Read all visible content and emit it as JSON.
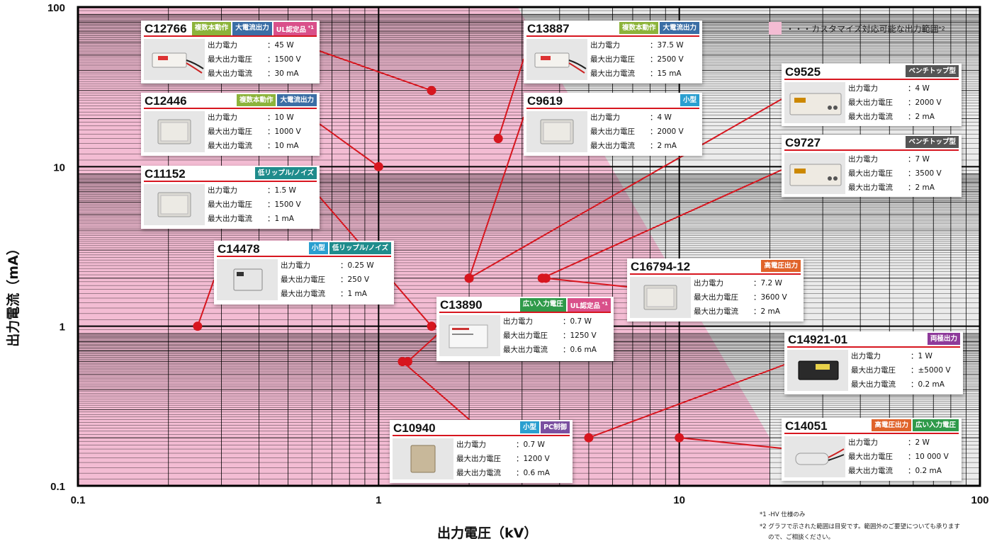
{
  "chart_data": {
    "type": "scatter",
    "xscale": "log",
    "yscale": "log",
    "xlim": [
      0.1,
      100
    ],
    "ylim": [
      0.1,
      100
    ],
    "xlabel": "出力電圧（kV）",
    "ylabel": "出力電流（mA）",
    "xticks": [
      "0.1",
      "1",
      "10",
      "100"
    ],
    "yticks": [
      "0.1",
      "1",
      "10",
      "100"
    ],
    "grid": true,
    "custom_region_color": "#f3bcd3",
    "custom_region_boundary": [
      [
        0.1,
        100
      ],
      [
        2.9,
        100
      ],
      [
        20,
        0.2
      ],
      [
        20,
        0.1
      ],
      [
        0.1,
        0.1
      ]
    ],
    "points": [
      {
        "model": "C12766",
        "x": 1.5,
        "y": 30
      },
      {
        "model": "C12446",
        "x": 1.0,
        "y": 10
      },
      {
        "model": "C11152",
        "x": 1.5,
        "y": 1
      },
      {
        "model": "C14478",
        "x": 0.25,
        "y": 1
      },
      {
        "model": "C13887",
        "x": 2.5,
        "y": 15
      },
      {
        "model": "C9619",
        "x": 2.0,
        "y": 2
      },
      {
        "model": "C9525",
        "x": 2.0,
        "y": 2
      },
      {
        "model": "C9727",
        "x": 3.5,
        "y": 2
      },
      {
        "model": "C16794-12",
        "x": 3.6,
        "y": 2
      },
      {
        "model": "C13890",
        "x": 1.25,
        "y": 0.6
      },
      {
        "model": "C10940",
        "x": 1.2,
        "y": 0.6
      },
      {
        "model": "C14921-01",
        "x": 5.0,
        "y": 0.2
      },
      {
        "model": "C14051",
        "x": 10.0,
        "y": 0.2
      }
    ]
  },
  "legend": {
    "text": "・・・カスタマイズ対応可能な出力範囲",
    "mark": "*2"
  },
  "spec_labels": {
    "power": "出力電力",
    "voltage": "最大出力電圧",
    "current": "最大出力電流"
  },
  "cards": [
    {
      "model": "C12766",
      "badges": [
        {
          "text": "複数本動作",
          "color": "#8cb33a"
        },
        {
          "text": "大電流出力",
          "color": "#3b6ea5"
        },
        {
          "text": "UL認定品",
          "sup": "*1",
          "color": "#d9508a"
        }
      ],
      "specs": [
        "：45 W",
        "：1500 V",
        "：30 mA"
      ],
      "photo": "potted module with cables"
    },
    {
      "model": "C12446",
      "badges": [
        {
          "text": "複数本動作",
          "color": "#8cb33a"
        },
        {
          "text": "大電流出力",
          "color": "#3b6ea5"
        }
      ],
      "specs": [
        "：10 W",
        "：1000 V",
        "：10 mA"
      ],
      "photo": "metal case module"
    },
    {
      "model": "C11152",
      "badges": [
        {
          "text": "低リップル/ノイズ",
          "color": "#1f8c8c"
        }
      ],
      "specs": [
        "：1.5 W",
        "：1500 V",
        "：1 mA"
      ],
      "photo": "metal case module"
    },
    {
      "model": "C14478",
      "badges": [
        {
          "text": "小型",
          "color": "#2a9fd0"
        },
        {
          "text": "低リップル/ノイズ",
          "color": "#1f8c8c"
        }
      ],
      "specs": [
        "：0.25 W",
        "：250 V",
        "：1 mA"
      ],
      "photo": "small module"
    },
    {
      "model": "C13887",
      "badges": [
        {
          "text": "複数本動作",
          "color": "#8cb33a"
        },
        {
          "text": "大電流出力",
          "color": "#3b6ea5"
        }
      ],
      "specs": [
        "：37.5 W",
        "：2500 V",
        "：15 mA"
      ],
      "photo": "potted module with cables"
    },
    {
      "model": "C9619",
      "badges": [
        {
          "text": "小型",
          "color": "#2a9fd0"
        }
      ],
      "specs": [
        "：4 W",
        "：2000 V",
        "：2 mA"
      ],
      "photo": "metal case module"
    },
    {
      "model": "C9525",
      "badges": [
        {
          "text": "ベンチトップ型",
          "color": "#555555"
        }
      ],
      "specs": [
        "：4 W",
        "：2000 V",
        "：2 mA"
      ],
      "photo": "benchtop unit"
    },
    {
      "model": "C9727",
      "badges": [
        {
          "text": "ベンチトップ型",
          "color": "#555555"
        }
      ],
      "specs": [
        "：7 W",
        "：3500 V",
        "：2 mA"
      ],
      "photo": "benchtop unit"
    },
    {
      "model": "C16794-12",
      "badges": [
        {
          "text": "高電圧出力",
          "color": "#e0632a"
        }
      ],
      "specs": [
        "：7.2 W",
        "：3600 V",
        "：2 mA"
      ],
      "photo": "metal case module"
    },
    {
      "model": "C13890",
      "badges": [
        {
          "text": "広い入力電圧",
          "color": "#2f9a4a"
        },
        {
          "text": "UL認定品",
          "sup": "*1",
          "color": "#d9508a"
        }
      ],
      "specs": [
        "：0.7 W",
        "：1250 V",
        "：0.6 mA"
      ],
      "photo": "white module"
    },
    {
      "model": "C10940",
      "badges": [
        {
          "text": "小型",
          "color": "#2a9fd0"
        },
        {
          "text": "PC制御",
          "color": "#7a4fa0"
        }
      ],
      "specs": [
        "：0.7 W",
        "：1200 V",
        "：0.6 mA"
      ],
      "photo": "small cube"
    },
    {
      "model": "C14921-01",
      "badges": [
        {
          "text": "両極出力",
          "color": "#8e3a9a"
        }
      ],
      "specs": [
        "：1 W",
        "：±5000 V",
        "：0.2 mA"
      ],
      "photo": "dark module"
    },
    {
      "model": "C14051",
      "badges": [
        {
          "text": "高電圧出力",
          "color": "#e0632a"
        },
        {
          "text": "広い入力電圧",
          "color": "#2f9a4a"
        }
      ],
      "specs": [
        "：2 W",
        "：10 000 V",
        "：0.2 mA"
      ],
      "photo": "cylindrical module with cables"
    }
  ],
  "notes": {
    "n1": "*1 -HV 仕様のみ",
    "n2a": "*2 グラフで示された範囲は目安です。範囲外のご要望についても承ります",
    "n2b": "ので、ご相談ください。"
  }
}
